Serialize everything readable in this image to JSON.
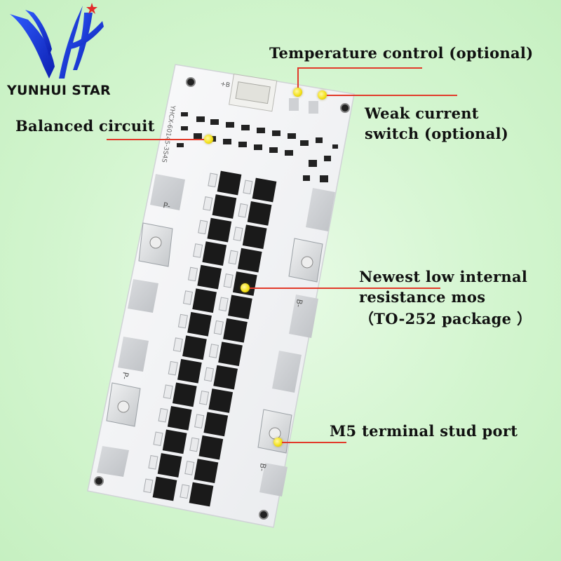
{
  "logo": {
    "brand_text": "YUNHUI STAR",
    "colors": {
      "blue": "#1f3de0",
      "red": "#e22a2a"
    }
  },
  "board": {
    "silkscreen_model": "YHCX-60145-3S4S",
    "labels_p_top": "P-",
    "labels_p_bottom": "P-",
    "labels_b_right": "B-",
    "labels_b_bottom": "B-",
    "connector_label": "+B",
    "mosfet_rows": 14
  },
  "callouts": {
    "temperature": "Temperature control (optional)",
    "weak_current_line1": "Weak current",
    "weak_current_line2": "switch (optional)",
    "balanced": "Balanced circuit",
    "mos_line1": "Newest low internal",
    "mos_line2": "resistance mos",
    "mos_line3": "（TO-252 package ）",
    "m5": "M5 terminal stud port"
  },
  "colors": {
    "callout_line": "#e23a2a",
    "dot": "#f4e11a",
    "board": "#f4f5f7",
    "mosfet": "#1a1a1a"
  }
}
